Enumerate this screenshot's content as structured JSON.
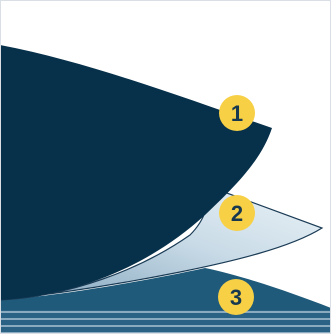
{
  "colors": {
    "background": "#ffffff",
    "frame": "#d9dfe4",
    "layer_1": "#07304a",
    "layer_2_light": "#e6eff5",
    "layer_2_dark": "#8fb0c6",
    "layer_3": "#1f5a7a",
    "stripes": "#6f93ad",
    "badge_fill": "#f7d046",
    "badge_text": "#17384f"
  },
  "layers": [
    {
      "id": "layer-1",
      "label": "1"
    },
    {
      "id": "layer-2",
      "label": "2"
    },
    {
      "id": "layer-3",
      "label": "3"
    }
  ]
}
